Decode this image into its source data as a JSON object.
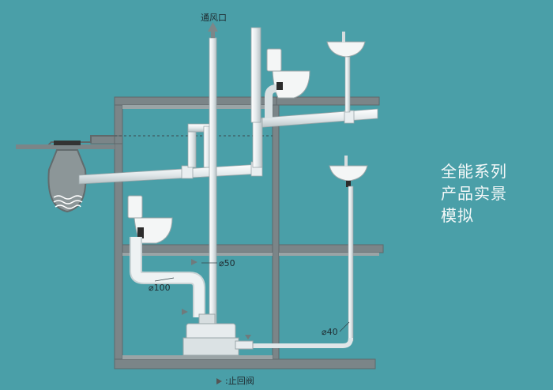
{
  "caption": [
    "全能系列",
    "产品实景",
    "模拟"
  ],
  "labels": {
    "vent": "通风口",
    "d50": "⌀50",
    "d100": "⌀100",
    "d40": "⌀40"
  },
  "legend": {
    "text": ":止回阀"
  },
  "colors": {
    "background": "#4a9fa8",
    "wall": "#7f8a8c",
    "pipe": "#eef2f3",
    "pipe_edge": "#b9c3c6"
  },
  "icons": [
    "arrow-up-icon",
    "check-valve-icon",
    "toilet-icon",
    "sink-icon",
    "pump-unit-icon",
    "septic-tank-icon"
  ]
}
